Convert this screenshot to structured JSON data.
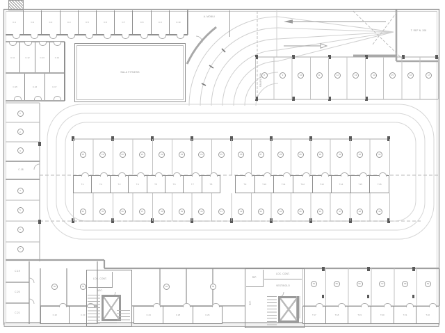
{
  "plan": {
    "big_room_label": "SALA FITNESS",
    "mobili_room_label": "A. MOBILI",
    "ref_room_label": "T. REF N. 208",
    "ramp_label": "RAMPA 15%",
    "top_rooms": [
      "C.1",
      "C.2",
      "C.3",
      "C.4",
      "C.5",
      "C.6",
      "C.7",
      "C.8",
      "C.9",
      "C.10"
    ],
    "left_rooms_row1": [
      "C.11",
      "C.12",
      "C.13",
      "C.14"
    ],
    "left_rooms_row2": [
      "C.15",
      "C.16",
      "C.17"
    ],
    "left_store_room_label": "C.18",
    "left_stalls_upper": [
      "1",
      "2",
      "3"
    ],
    "left_stalls_lower": [
      "4",
      "5",
      "6",
      "7"
    ],
    "upper_right_stalls": [
      "8",
      "9",
      "10",
      "11",
      "12",
      "13",
      "14",
      "15",
      "16",
      "17"
    ],
    "island_top_stalls": [
      "18",
      "19",
      "20",
      "21",
      "22",
      "23",
      "24",
      "25",
      "26",
      "27",
      "28",
      "29",
      "30",
      "31",
      "32",
      "33"
    ],
    "island_boxes_left": [
      "T.1",
      "T.2",
      "T.3",
      "T.4",
      "T.5",
      "T.6",
      "T.7",
      "T.8"
    ],
    "island_boxes_right": [
      "T.9",
      "T.10",
      "T.11",
      "T.12",
      "T.13",
      "T.14",
      "T.15",
      "T.16"
    ],
    "island_bottom_stalls": [
      "34",
      "35",
      "36",
      "37",
      "38",
      "39",
      "40",
      "41",
      "42",
      "43",
      "44",
      "45",
      "46",
      "47",
      "48",
      "49"
    ],
    "bottom_left_side_rooms": [
      "C.19",
      "C.20",
      "C.21"
    ],
    "bottom_left_mid_stalls": [
      "50",
      "51"
    ],
    "bottom_left_small_rooms": [
      "C.22",
      "C.23"
    ],
    "core1": {
      "asc_label": "ASC.",
      "top_label": "LOC. CONT."
    },
    "bottom_mid_stalls": [
      "52",
      "53"
    ],
    "bottom_mid_small_rooms": [
      "C.24",
      "C.25",
      "C.26"
    ],
    "core2": {
      "top_label": "LOC. CONT.",
      "vest_label": "VESTIBOLO",
      "side_label": "RIP."
    },
    "bottom_right_stalls": [
      "54",
      "55",
      "56",
      "57",
      "58",
      "59"
    ],
    "bottom_right_boxes": [
      "T.17",
      "T.18",
      "T.19",
      "T.20",
      "T.21",
      "T.22"
    ]
  }
}
